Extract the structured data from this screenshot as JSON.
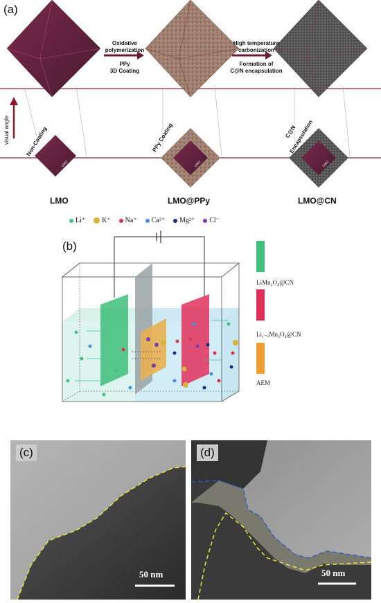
{
  "panel_a": {
    "label": "(a)",
    "step1": {
      "line1": "Oxidative",
      "line2": "polymerization",
      "line3": "PPy",
      "line4": "3D Coating"
    },
    "step2": {
      "line1": "High temperature",
      "line2": "carbonization",
      "line3": "Formation of",
      "line4": "C@N encapsulation"
    },
    "visual_angle": "visual angle",
    "inset_labels": [
      "Non-Coating",
      "PPy Coating",
      "C@N",
      "Encapsulation"
    ],
    "inset_tag": "LMO",
    "names": [
      "LMO",
      "LMO@PPy",
      "LMO@CN"
    ]
  },
  "legend": {
    "items": [
      {
        "label": "Li⁺",
        "color": "#3fbf8a"
      },
      {
        "label": "K⁺",
        "color": "#d9b43a"
      },
      {
        "label": "Na⁺",
        "color": "#d9334d"
      },
      {
        "label": "Ca²⁺",
        "color": "#4a8fd9"
      },
      {
        "label": "Mg²⁺",
        "color": "#1f2a7a"
      },
      {
        "label": "Cl⁻",
        "color": "#7a3fa8"
      }
    ]
  },
  "panel_b": {
    "label": "(b)",
    "membranes": [
      {
        "label": "LiMn₂O₄@CN",
        "color": "#3fbf7a"
      },
      {
        "label": "Li₁₋ₓMn₂O₄@CN",
        "color": "#e0305a"
      },
      {
        "label": "AEM",
        "color": "#f0a030"
      }
    ]
  },
  "panel_c": {
    "label": "(c)",
    "scale": "50 nm"
  },
  "panel_d": {
    "label": "(d)",
    "scale": "50 nm"
  }
}
